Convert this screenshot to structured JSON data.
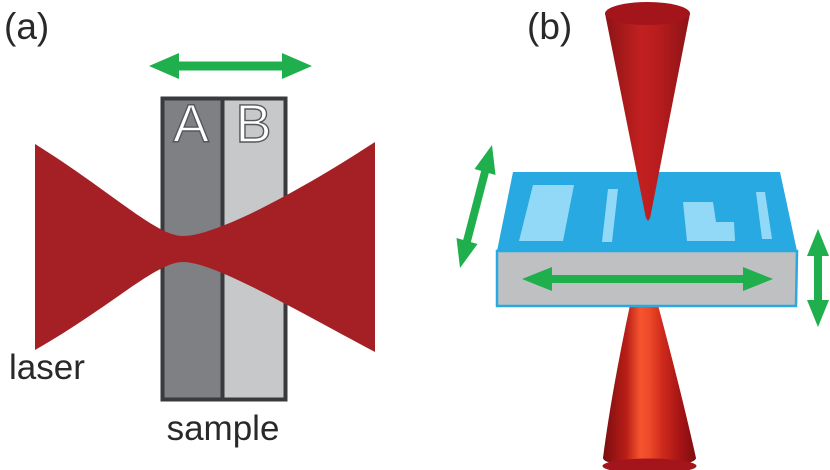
{
  "figure": {
    "panel_a": {
      "label": "(a)",
      "laser_label": "laser",
      "sample_label": "sample",
      "layer_a": "A",
      "layer_b": "B",
      "scan_arrow": "horizontal-double-arrow"
    },
    "panel_b": {
      "label": "(b)",
      "arrows": {
        "left": "tilted-vertical-double-arrow",
        "front": "horizontal-double-arrow",
        "right": "vertical-double-arrow"
      }
    }
  },
  "colors": {
    "background": "#FFFFFF",
    "text_dark": "#2A2829",
    "laser_red": "#A42024",
    "arrow_green": "#1FAF4D",
    "cone_red_dark": "#8C1316",
    "cone_red_mid": "#C22020",
    "cone_red_highlight": "#F5542F",
    "cone_cap_red": "#A3151A",
    "slab_top_blue": "#29A9E1",
    "slab_patch_blue": "#92D9F7",
    "slab_side_gray": "#BEC0C2",
    "layer_a_gray": "#7E8083",
    "layer_b_gray": "#C6C8CA",
    "sample_outline": "#3A3A3C",
    "label_white": "#FFFFFF",
    "letter_outline": "#56575B"
  }
}
